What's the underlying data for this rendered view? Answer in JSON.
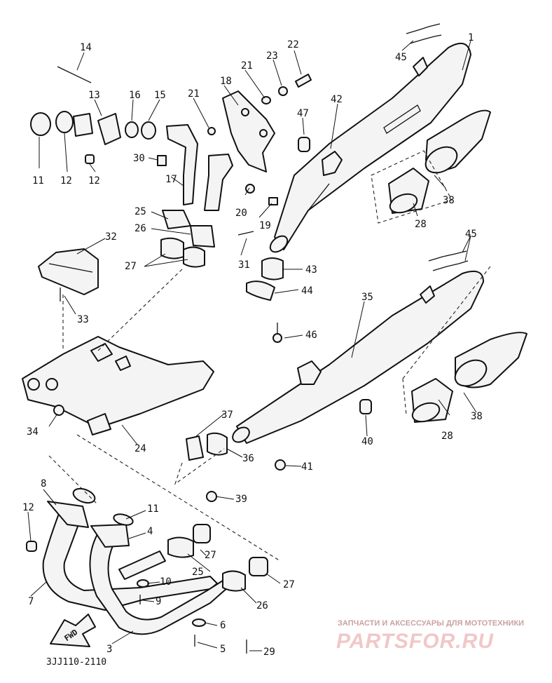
{
  "diagram": {
    "code": "3JJ110-2110",
    "fwd_label": "FWD",
    "part_labels": {
      "p1": "1",
      "p3": "3",
      "p4": "4",
      "p5": "5",
      "p6": "6",
      "p7": "7",
      "p8": "8",
      "p9": "9",
      "p10": "10",
      "p11a": "11",
      "p11b": "11",
      "p12a": "12",
      "p12b": "12",
      "p12c": "12",
      "p13": "13",
      "p14": "14",
      "p15": "15",
      "p16": "16",
      "p17": "17",
      "p18": "18",
      "p19": "19",
      "p20": "20",
      "p21a": "21",
      "p21b": "21",
      "p22": "22",
      "p23": "23",
      "p24": "24",
      "p25a": "25",
      "p25b": "25",
      "p26a": "26",
      "p26b": "26",
      "p27a": "27",
      "p27b": "27",
      "p27c": "27",
      "p28a": "28",
      "p28b": "28",
      "p29": "29",
      "p30": "30",
      "p31": "31",
      "p32": "32",
      "p33": "33",
      "p34": "34",
      "p35": "35",
      "p36": "36",
      "p37": "37",
      "p38a": "38",
      "p38b": "38",
      "p39": "39",
      "p40": "40",
      "p41": "41",
      "p42": "42",
      "p43": "43",
      "p44": "44",
      "p45a": "45",
      "p45b": "45",
      "p46": "46",
      "p47": "47"
    }
  },
  "watermark": {
    "caption": "ЗАПЧАСТИ И АКСЕССУАРЫ ДЛЯ МОТОТЕХНИКИ",
    "brand": "PARTSFOR.RU"
  }
}
